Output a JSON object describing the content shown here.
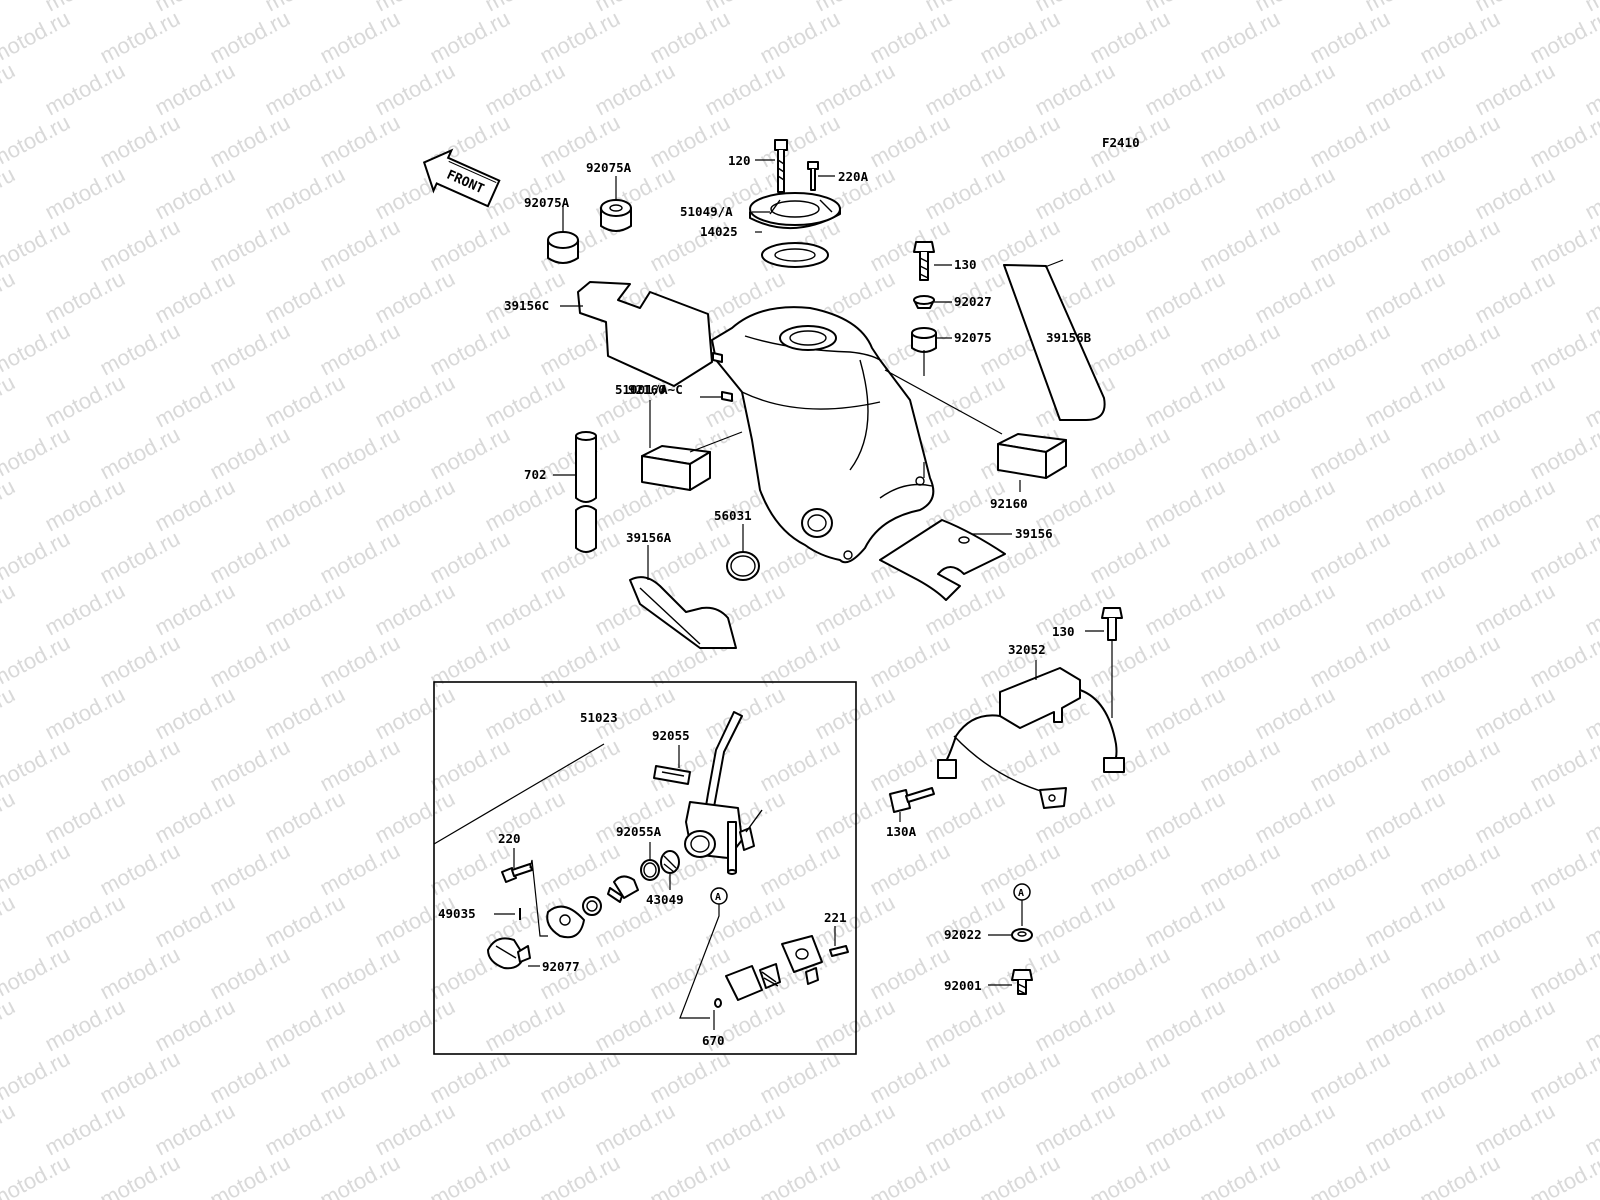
{
  "diagram": {
    "code": "F2410",
    "front_label": "FRONT",
    "marker_letter": "A",
    "watermark": "motod.ru"
  },
  "parts": {
    "p120": "120",
    "p220A": "220A",
    "p51049": "51049/A",
    "p14025": "14025",
    "p92075A_1": "92075A",
    "p92075A_2": "92075A",
    "p39156C": "39156C",
    "p130_top": "130",
    "p92027": "92027",
    "p92075": "92075",
    "p39156B": "39156B",
    "p51001": "51001/A~C",
    "p92160_left": "92160",
    "p92160_right": "92160",
    "p702": "702",
    "p56031": "56031",
    "p39156A": "39156A",
    "p39156": "39156",
    "p130_right": "130",
    "p32052": "32052",
    "p130A": "130A",
    "p51023": "51023",
    "p92055": "92055",
    "p92055A": "92055A",
    "p43049": "43049",
    "p220": "220",
    "p49035": "49035",
    "p92077": "92077",
    "p221": "221",
    "p670": "670",
    "p92022": "92022",
    "p92001": "92001"
  }
}
